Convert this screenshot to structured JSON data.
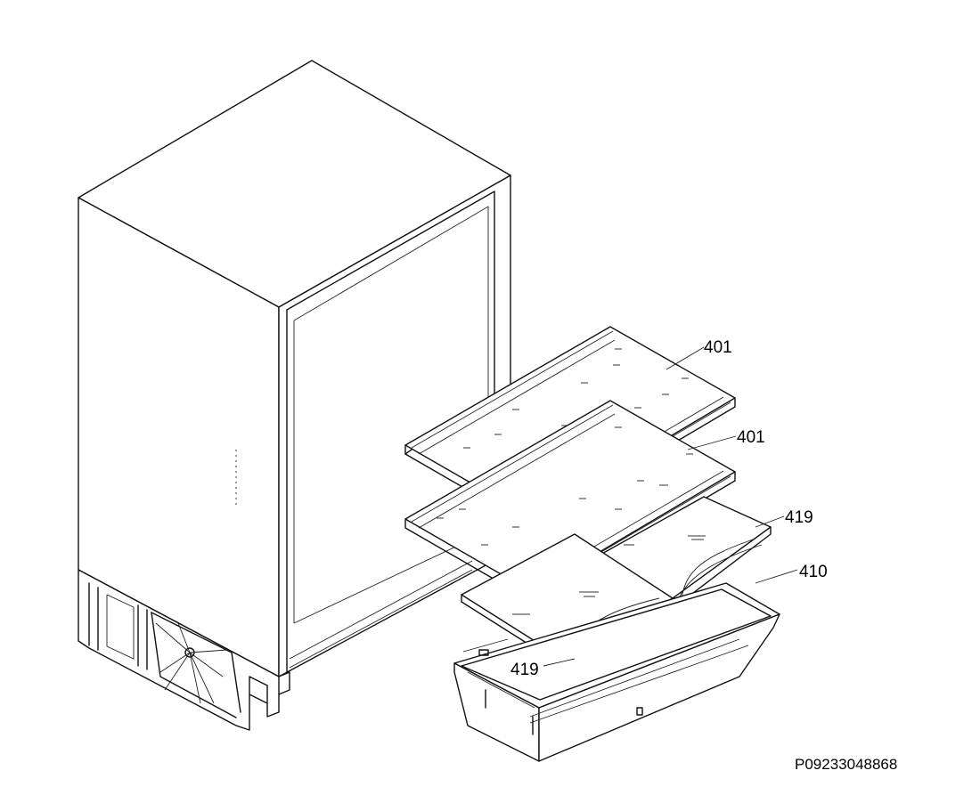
{
  "callouts": [
    {
      "id": "shelf-upper",
      "label": "401"
    },
    {
      "id": "shelf-lower",
      "label": "401"
    },
    {
      "id": "cover-right",
      "label": "419"
    },
    {
      "id": "drawer",
      "label": "410"
    },
    {
      "id": "cover-left",
      "label": "419"
    }
  ],
  "drawing_code": "P09233048868"
}
